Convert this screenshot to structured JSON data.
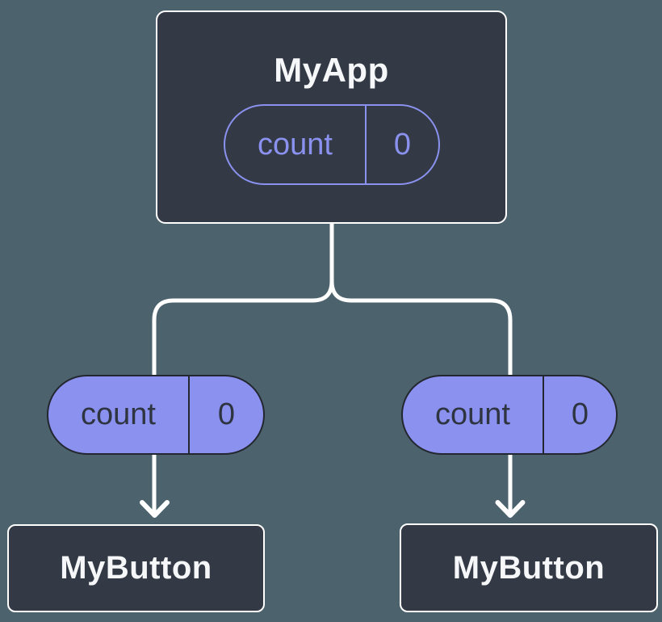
{
  "colors": {
    "background": "#4C636E",
    "node_fill": "#333A46",
    "node_border": "#FFFFFF",
    "node_text": "#F6F7F9",
    "accent_purple": "#8A91EE",
    "prop_text_dark": "#2E3440",
    "pill_border_dark": "#23272F",
    "connector_white": "#FFFFFF"
  },
  "diagram": {
    "root": {
      "title": "MyApp",
      "prop": {
        "name": "count",
        "value": "0"
      }
    },
    "children": [
      {
        "title": "MyButton",
        "prop": {
          "name": "count",
          "value": "0"
        }
      },
      {
        "title": "MyButton",
        "prop": {
          "name": "count",
          "value": "0"
        }
      }
    ]
  }
}
